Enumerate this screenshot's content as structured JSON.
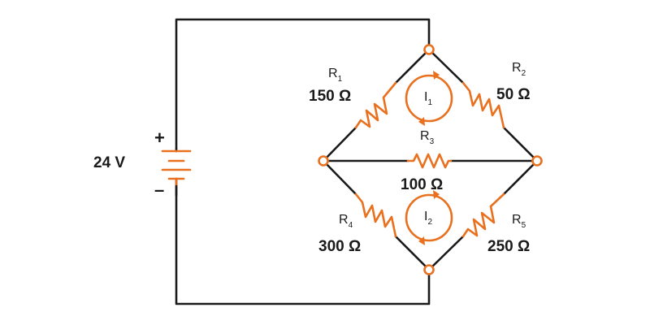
{
  "battery": {
    "voltage": "24 V",
    "plus": "+",
    "minus": "–"
  },
  "resistors": [
    {
      "letter": "R",
      "index": "1",
      "value": "150 Ω"
    },
    {
      "letter": "R",
      "index": "2",
      "value": "50 Ω"
    },
    {
      "letter": "R",
      "index": "3",
      "value": "100 Ω"
    },
    {
      "letter": "R",
      "index": "4",
      "value": "300 Ω"
    },
    {
      "letter": "R",
      "index": "5",
      "value": "250 Ω"
    }
  ],
  "loops": [
    {
      "letter": "I",
      "index": "1"
    },
    {
      "letter": "I",
      "index": "2"
    }
  ],
  "colors": {
    "wire": "#1a1a1a",
    "component": "#e8701e",
    "background": "#ffffff"
  }
}
